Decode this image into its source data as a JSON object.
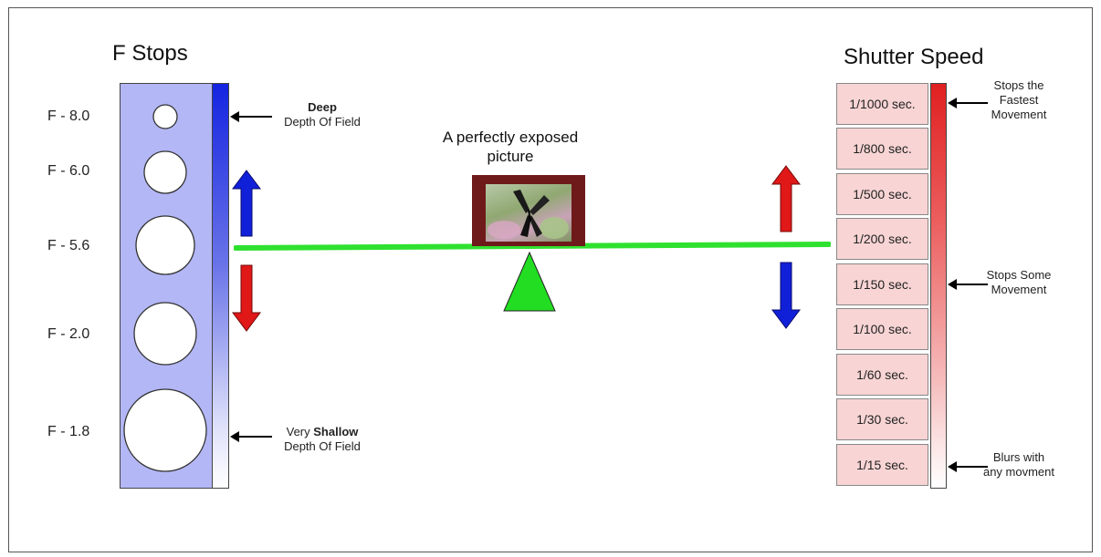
{
  "fstops": {
    "title": "F Stops",
    "labels": [
      "F - 8.0",
      "F - 6.0",
      "F - 5.6",
      "F - 2.0",
      "F - 1.8"
    ],
    "deep_note": {
      "bold": "Deep",
      "rest": "Depth Of Field"
    },
    "shallow_note": {
      "prefix": "Very ",
      "bold": "Shallow",
      "rest": "Depth Of Field"
    }
  },
  "center": {
    "caption_line1": "A perfectly exposed",
    "caption_line2": "picture"
  },
  "shutter": {
    "title": "Shutter Speed",
    "speeds": [
      "1/1000 sec.",
      "1/800 sec.",
      "1/500 sec.",
      "1/200 sec.",
      "1/150 sec.",
      "1/100 sec.",
      "1/60 sec.",
      "1/30 sec.",
      "1/15 sec."
    ],
    "note_fast": [
      "Stops the",
      "Fastest",
      "Movement"
    ],
    "note_some": [
      "Stops Some",
      "Movement"
    ],
    "note_blur": [
      "Blurs with",
      "any movment"
    ]
  },
  "colors": {
    "fstop_panel": "#b3b7f5",
    "dof_bar_top": "#1424e0",
    "motion_bar_top": "#e02020",
    "shutter_box": "#f8d4d4",
    "seesaw_beam": "#2fe12f",
    "fulcrum": "#22dd22",
    "arrow_blue": "#1020d8",
    "arrow_red": "#e01818",
    "picture_frame": "#6e1a1a"
  }
}
